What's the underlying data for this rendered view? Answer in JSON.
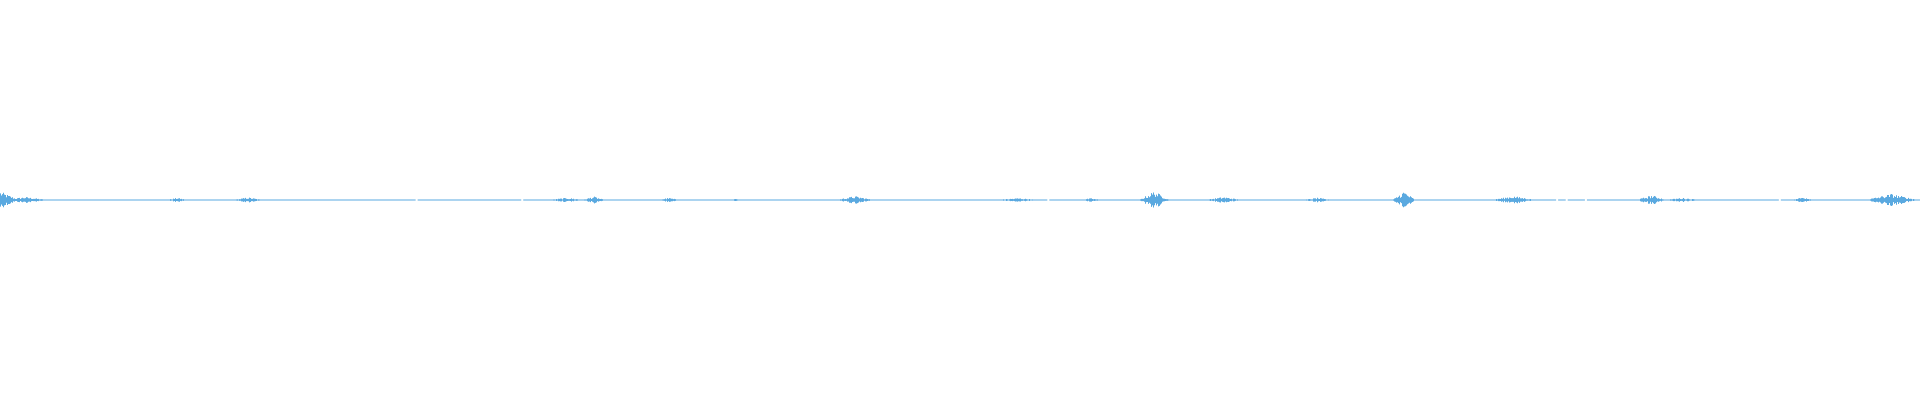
{
  "waveform": {
    "color": "#5aa9e0",
    "peak_amplitude": 1.0,
    "bursts": [
      {
        "position": 0.0,
        "amplitude": 0.95,
        "width": 0.01
      },
      {
        "position": 0.013,
        "amplitude": 0.35,
        "width": 0.012
      },
      {
        "position": 0.092,
        "amplitude": 0.25,
        "width": 0.006
      },
      {
        "position": 0.129,
        "amplitude": 0.3,
        "width": 0.008
      },
      {
        "position": 0.295,
        "amplitude": 0.25,
        "width": 0.01
      },
      {
        "position": 0.309,
        "amplitude": 0.4,
        "width": 0.006
      },
      {
        "position": 0.348,
        "amplitude": 0.25,
        "width": 0.006
      },
      {
        "position": 0.383,
        "amplitude": 0.15,
        "width": 0.004
      },
      {
        "position": 0.445,
        "amplitude": 0.45,
        "width": 0.01
      },
      {
        "position": 0.53,
        "amplitude": 0.22,
        "width": 0.012
      },
      {
        "position": 0.568,
        "amplitude": 0.2,
        "width": 0.006
      },
      {
        "position": 0.601,
        "amplitude": 1.0,
        "width": 0.008
      },
      {
        "position": 0.637,
        "amplitude": 0.35,
        "width": 0.01
      },
      {
        "position": 0.686,
        "amplitude": 0.25,
        "width": 0.008
      },
      {
        "position": 0.731,
        "amplitude": 1.0,
        "width": 0.006
      },
      {
        "position": 0.788,
        "amplitude": 0.45,
        "width": 0.012
      },
      {
        "position": 0.86,
        "amplitude": 0.55,
        "width": 0.008
      },
      {
        "position": 0.876,
        "amplitude": 0.25,
        "width": 0.01
      },
      {
        "position": 0.939,
        "amplitude": 0.35,
        "width": 0.006
      },
      {
        "position": 0.985,
        "amplitude": 0.7,
        "width": 0.014
      }
    ],
    "gaps": [
      0.217,
      0.272,
      0.546,
      0.811,
      0.816,
      0.826,
      0.927
    ]
  }
}
